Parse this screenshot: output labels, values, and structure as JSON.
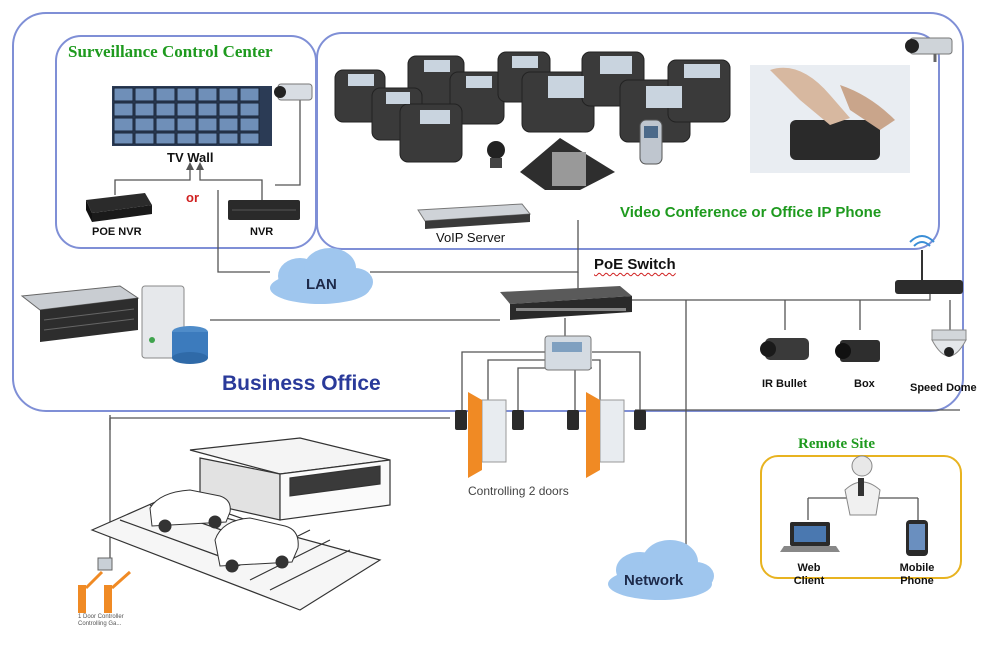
{
  "zones": {
    "surveillance_title": "Surveillance Control Center",
    "video_conf_title": "Video Conference or Office IP Phone",
    "business_office": "Business Office",
    "remote_site": "Remote Site"
  },
  "devices": {
    "tv_wall": "TV Wall",
    "or": "or",
    "poe_nvr": "POE NVR",
    "nvr": "NVR",
    "voip_server": "VoIP Server",
    "poe_switch": "PoE Switch",
    "lan": "LAN",
    "network": "Network",
    "controlling_doors": "Controlling 2 doors",
    "ir_bullet": "IR Bullet",
    "box": "Box",
    "speed_dome": "Speed Dome",
    "web_client": "Web Client",
    "mobile_phone": "Mobile Phone",
    "door_controller_note": "1 Door Controller Controlling Ga..."
  },
  "colors": {
    "zone_border": "#7f8fd6",
    "remote_border": "#e8b320",
    "title_green": "#1e9a1e",
    "business_blue": "#2a3a9a",
    "cloud_blue": "#9fc6ee",
    "door_orange": "#f08a24"
  }
}
